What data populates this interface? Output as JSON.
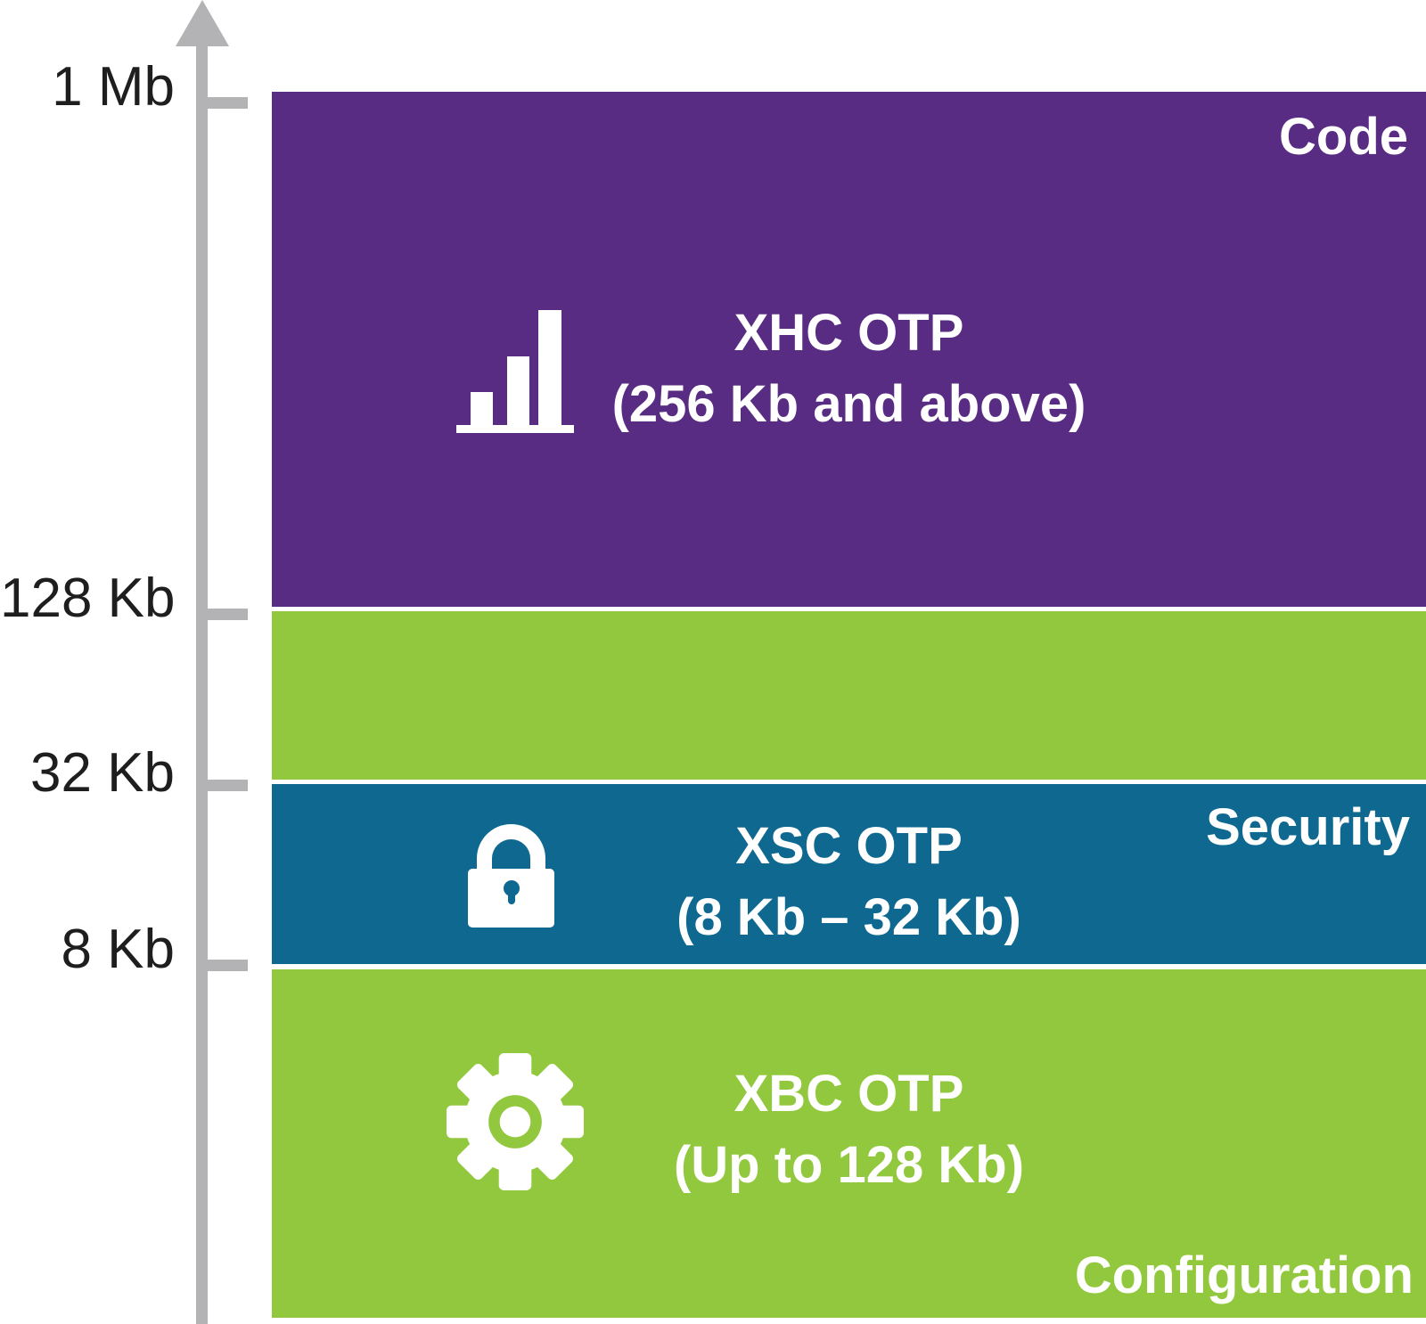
{
  "axis": {
    "ticks": [
      {
        "label": "1 Mb"
      },
      {
        "label": "128 Kb"
      },
      {
        "label": "32 Kb"
      },
      {
        "label": "8 Kb"
      }
    ]
  },
  "blocks": {
    "xhc": {
      "title": "XHC OTP",
      "subtitle": "(256 Kb and above)",
      "corner_label": "Code",
      "icon": "bar-chart-icon"
    },
    "xsc": {
      "title": "XSC OTP",
      "subtitle": "(8 Kb – 32 Kb)",
      "corner_label": "Security",
      "icon": "lock-icon"
    },
    "xbc": {
      "title": "XBC OTP",
      "subtitle": "(Up to 128 Kb)",
      "corner_label": "Configuration",
      "icon": "gear-icon"
    }
  },
  "colors": {
    "purple": "#582c82",
    "green": "#92c83d",
    "blue": "#0e6890",
    "axis_gray": "#b3b3b5",
    "label_dark": "#1f1e1e",
    "white": "#ffffff"
  }
}
